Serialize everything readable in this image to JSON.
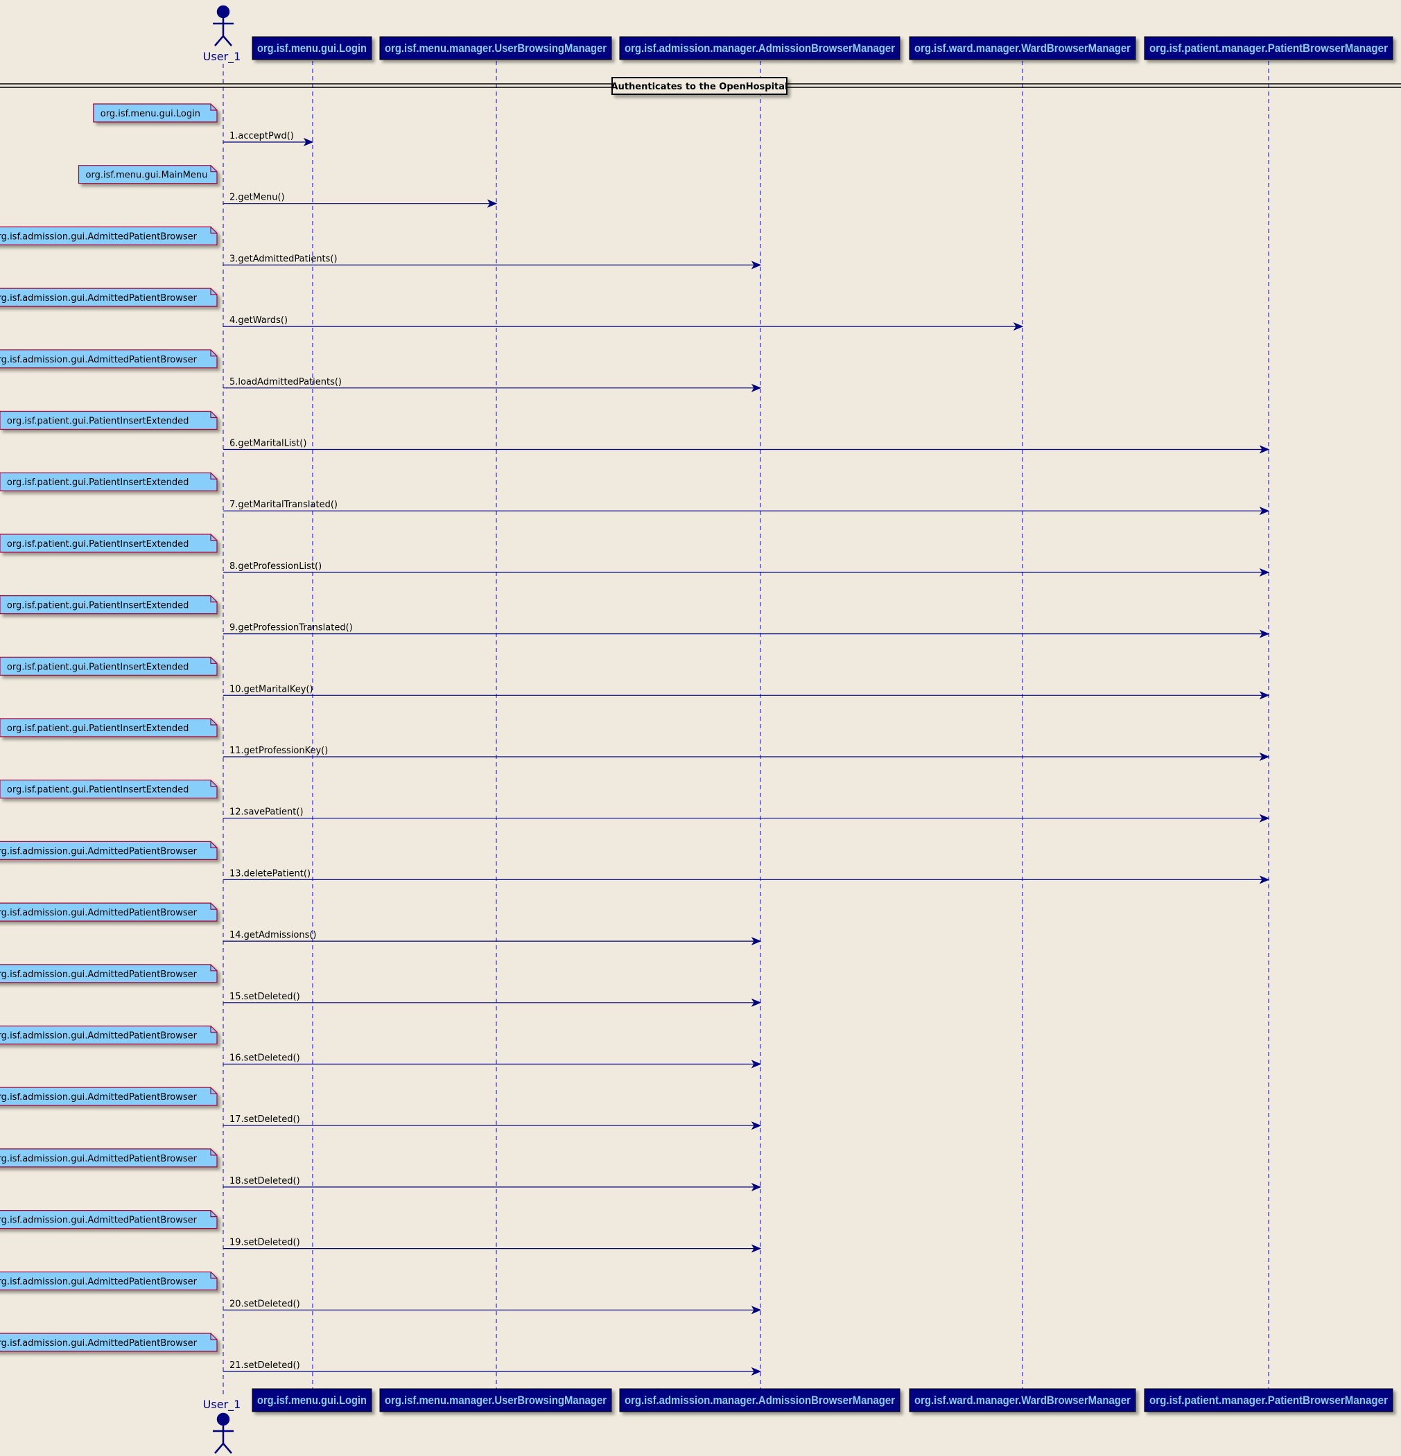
{
  "actor": {
    "name": "User_1"
  },
  "participants": [
    "org.isf.menu.gui.Login",
    "org.isf.menu.manager.UserBrowsingManager",
    "org.isf.admission.manager.AdmissionBrowserManager",
    "org.isf.ward.manager.WardBrowserManager",
    "org.isf.patient.manager.PatientBrowserManager"
  ],
  "divider": {
    "label": "Authenticates to the OpenHospital"
  },
  "messages": [
    {
      "note": "org.isf.menu.gui.Login",
      "label": "1.acceptPwd()",
      "target": 0
    },
    {
      "note": "org.isf.menu.gui.MainMenu",
      "label": "2.getMenu()",
      "target": 1
    },
    {
      "note": "org.isf.admission.gui.AdmittedPatientBrowser",
      "label": "3.getAdmittedPatients()",
      "target": 2
    },
    {
      "note": "org.isf.admission.gui.AdmittedPatientBrowser",
      "label": "4.getWards()",
      "target": 3
    },
    {
      "note": "org.isf.admission.gui.AdmittedPatientBrowser",
      "label": "5.loadAdmittedPatients()",
      "target": 2
    },
    {
      "note": "org.isf.patient.gui.PatientInsertExtended",
      "label": "6.getMaritalList()",
      "target": 4
    },
    {
      "note": "org.isf.patient.gui.PatientInsertExtended",
      "label": "7.getMaritalTranslated()",
      "target": 4
    },
    {
      "note": "org.isf.patient.gui.PatientInsertExtended",
      "label": "8.getProfessionList()",
      "target": 4
    },
    {
      "note": "org.isf.patient.gui.PatientInsertExtended",
      "label": "9.getProfessionTranslated()",
      "target": 4
    },
    {
      "note": "org.isf.patient.gui.PatientInsertExtended",
      "label": "10.getMaritalKey()",
      "target": 4
    },
    {
      "note": "org.isf.patient.gui.PatientInsertExtended",
      "label": "11.getProfessionKey()",
      "target": 4
    },
    {
      "note": "org.isf.patient.gui.PatientInsertExtended",
      "label": "12.savePatient()",
      "target": 4
    },
    {
      "note": "org.isf.admission.gui.AdmittedPatientBrowser",
      "label": "13.deletePatient()",
      "target": 4
    },
    {
      "note": "org.isf.admission.gui.AdmittedPatientBrowser",
      "label": "14.getAdmissions()",
      "target": 2
    },
    {
      "note": "org.isf.admission.gui.AdmittedPatientBrowser",
      "label": "15.setDeleted()",
      "target": 2
    },
    {
      "note": "org.isf.admission.gui.AdmittedPatientBrowser",
      "label": "16.setDeleted()",
      "target": 2
    },
    {
      "note": "org.isf.admission.gui.AdmittedPatientBrowser",
      "label": "17.setDeleted()",
      "target": 2
    },
    {
      "note": "org.isf.admission.gui.AdmittedPatientBrowser",
      "label": "18.setDeleted()",
      "target": 2
    },
    {
      "note": "org.isf.admission.gui.AdmittedPatientBrowser",
      "label": "19.setDeleted()",
      "target": 2
    },
    {
      "note": "org.isf.admission.gui.AdmittedPatientBrowser",
      "label": "20.setDeleted()",
      "target": 2
    },
    {
      "note": "org.isf.admission.gui.AdmittedPatientBrowser",
      "label": "21.setDeleted()",
      "target": 2
    }
  ],
  "colors": {
    "background": "#efeadd",
    "participant_fill": "#000080",
    "participant_text": "#87cefa",
    "lifeline": "#0000ff",
    "arrow": "#000080",
    "note_fill": "#87cefa",
    "note_border": "#a80036",
    "actor": "#000080"
  }
}
